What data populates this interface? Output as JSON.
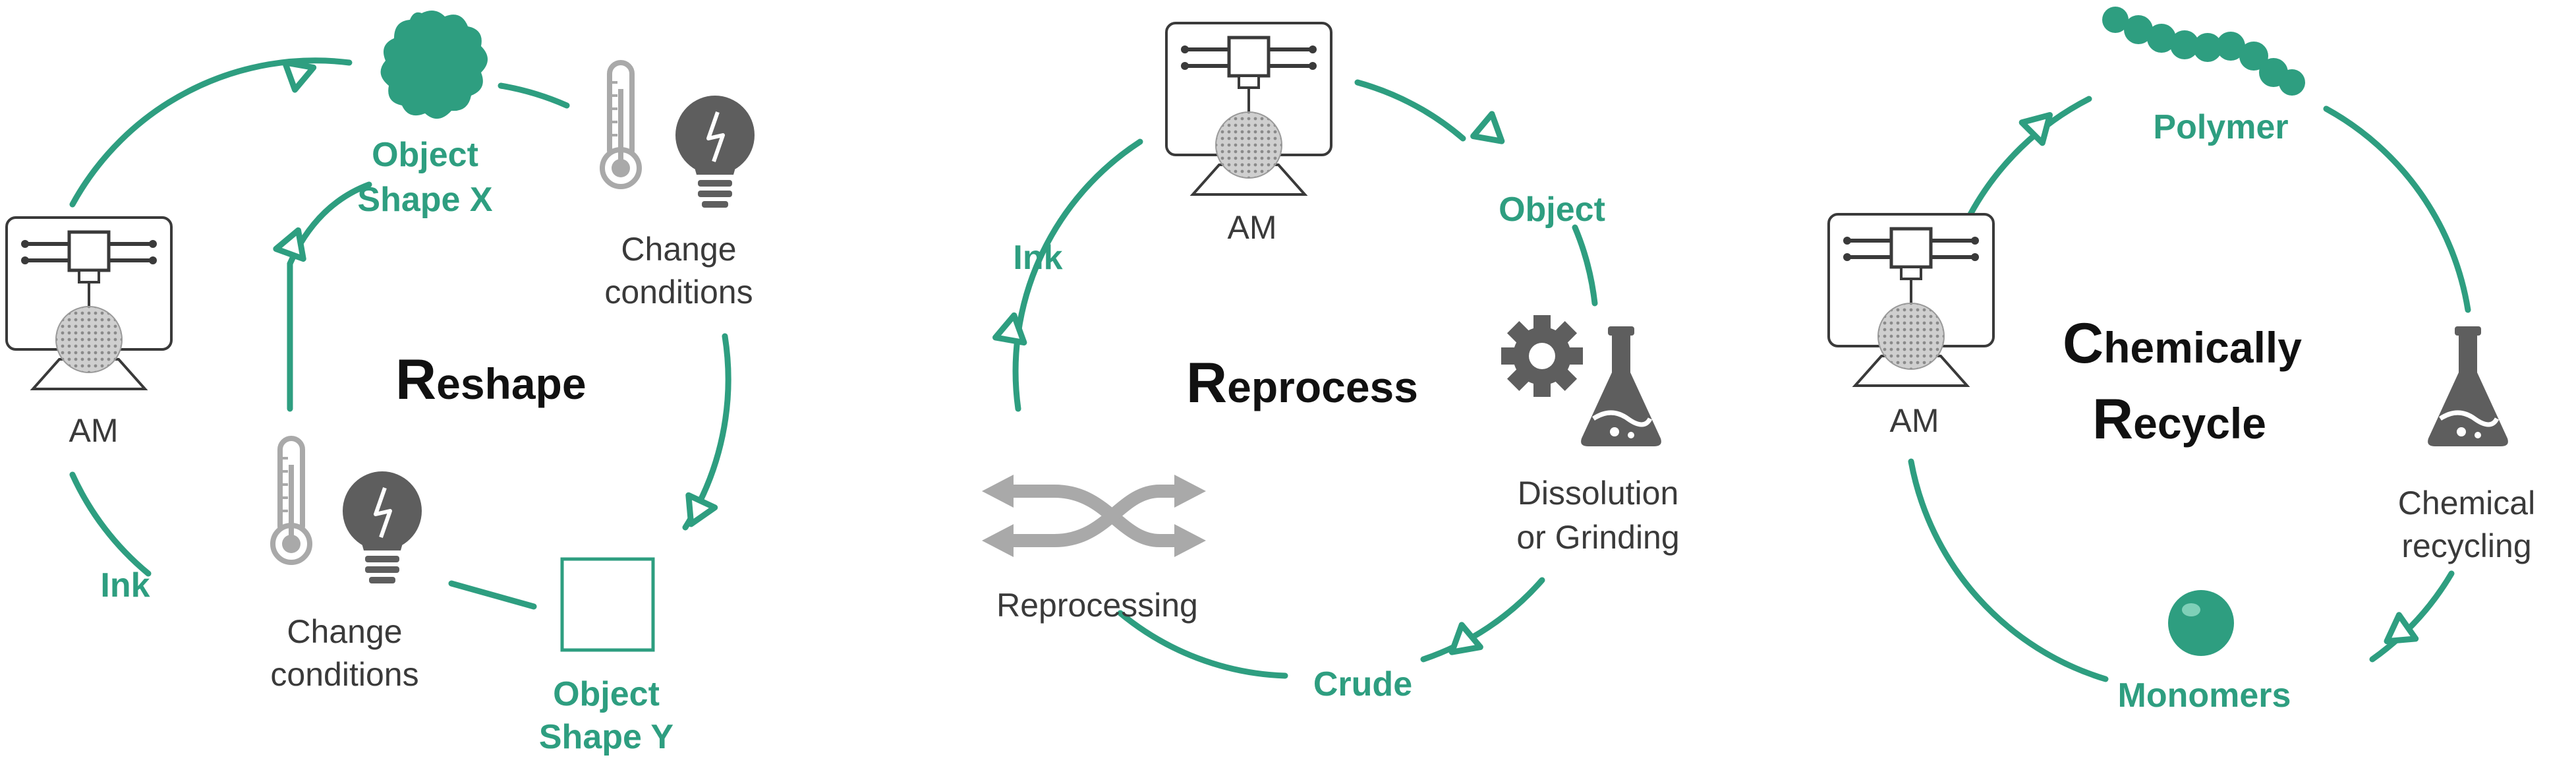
{
  "colors": {
    "accent": "#2e9e80",
    "text_dark": "#3a3a3a",
    "icon_gray": "#5e5e5e",
    "light_gray": "#a9a9a9"
  },
  "panels": {
    "reshape": {
      "title_first": "R",
      "title_rest": "eshape",
      "am_label": "AM",
      "ink_label": "Ink",
      "object_x_line1": "Object",
      "object_x_line2": "Shape X",
      "object_y_line1": "Object",
      "object_y_line2": "Shape Y",
      "change_top_line1": "Change",
      "change_top_line2": "conditions",
      "change_bottom_line1": "Change",
      "change_bottom_line2": "conditions"
    },
    "reprocess": {
      "title_first": "R",
      "title_rest": "eprocess",
      "am_label": "AM",
      "ink_label": "Ink",
      "object_label": "Object",
      "crude_label": "Crude",
      "dissolution_line1": "Dissolution",
      "dissolution_line2": "or Grinding",
      "reprocessing_label": "Reprocessing"
    },
    "recycle": {
      "title1_first": "C",
      "title1_rest": "hemically",
      "title2_first": "R",
      "title2_rest": "ecycle",
      "am_label": "AM",
      "polymer_label": "Polymer",
      "monomers_label": "Monomers",
      "chemical_line1": "Chemical",
      "chemical_line2": "recycling"
    }
  }
}
